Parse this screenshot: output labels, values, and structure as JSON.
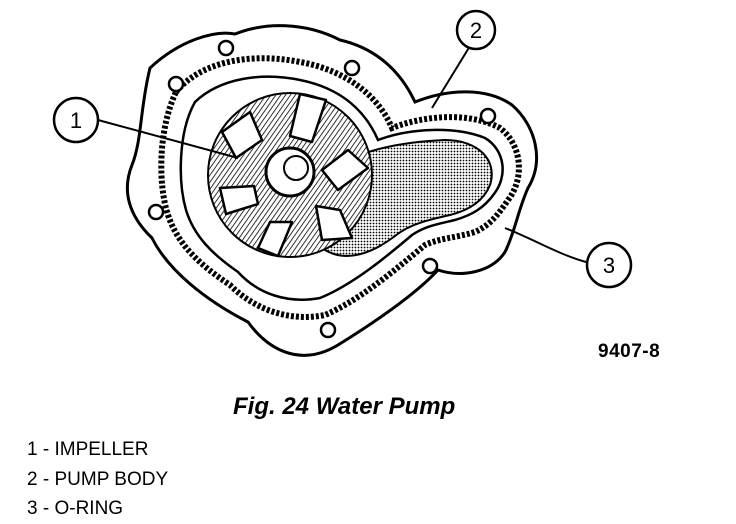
{
  "callouts": [
    {
      "number": "1"
    },
    {
      "number": "2"
    },
    {
      "number": "3"
    }
  ],
  "figure_id": "9407-8",
  "caption": "Fig. 24 Water Pump",
  "legend": [
    {
      "number": "1",
      "label": "IMPELLER"
    },
    {
      "number": "2",
      "label": "PUMP BODY"
    },
    {
      "number": "3",
      "label": "O-RING"
    }
  ],
  "separator": " - "
}
